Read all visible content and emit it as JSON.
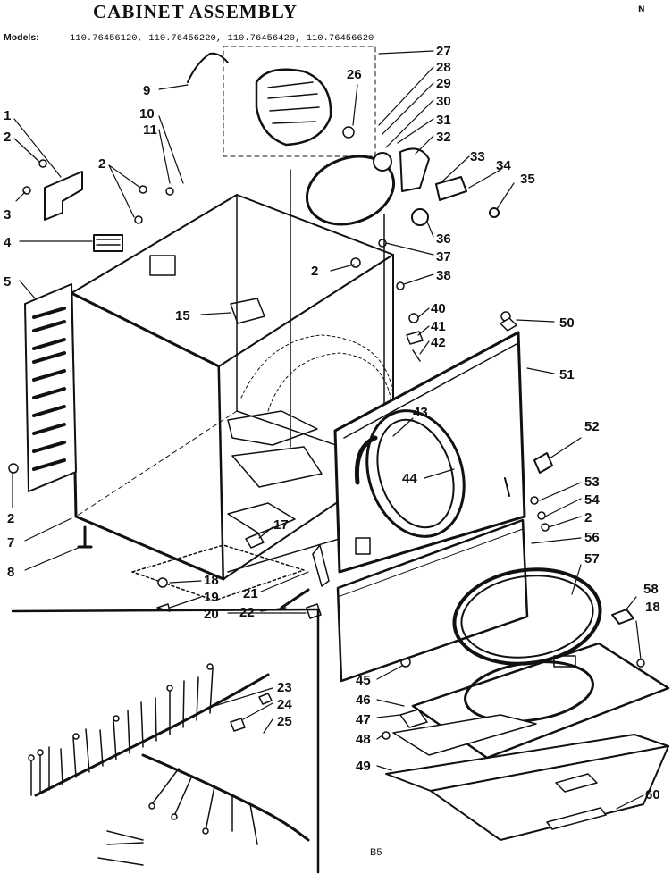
{
  "header": {
    "title": "CABINET ASSEMBLY",
    "models_label": "Models:",
    "models": [
      "110.76456120,",
      "110.76456220,",
      "110.76456420,",
      "110.76456620"
    ]
  },
  "corner_mark": "N",
  "footer": {
    "page_code": "B5"
  },
  "callouts": [
    {
      "id": "c1",
      "text": "1"
    },
    {
      "id": "c2a",
      "text": "2"
    },
    {
      "id": "c3",
      "text": "3"
    },
    {
      "id": "c4",
      "text": "4"
    },
    {
      "id": "c5",
      "text": "5"
    },
    {
      "id": "c2b",
      "text": "2"
    },
    {
      "id": "c7",
      "text": "7"
    },
    {
      "id": "c8",
      "text": "8"
    },
    {
      "id": "c9",
      "text": "9"
    },
    {
      "id": "c10",
      "text": "10"
    },
    {
      "id": "c11",
      "text": "11"
    },
    {
      "id": "c2c",
      "text": "2"
    },
    {
      "id": "c15",
      "text": "15"
    },
    {
      "id": "c26",
      "text": "26"
    },
    {
      "id": "c27",
      "text": "27"
    },
    {
      "id": "c28",
      "text": "28"
    },
    {
      "id": "c29",
      "text": "29"
    },
    {
      "id": "c30",
      "text": "30"
    },
    {
      "id": "c31",
      "text": "31"
    },
    {
      "id": "c32",
      "text": "32"
    },
    {
      "id": "c33",
      "text": "33"
    },
    {
      "id": "c34",
      "text": "34"
    },
    {
      "id": "c35",
      "text": "35"
    },
    {
      "id": "c36",
      "text": "36"
    },
    {
      "id": "c37",
      "text": "37"
    },
    {
      "id": "c2d",
      "text": "2"
    },
    {
      "id": "c38",
      "text": "38"
    },
    {
      "id": "c40",
      "text": "40"
    },
    {
      "id": "c41",
      "text": "41"
    },
    {
      "id": "c42",
      "text": "42"
    },
    {
      "id": "c50",
      "text": "50"
    },
    {
      "id": "c51",
      "text": "51"
    },
    {
      "id": "c43",
      "text": "43"
    },
    {
      "id": "c44",
      "text": "44"
    },
    {
      "id": "c52",
      "text": "52"
    },
    {
      "id": "c53",
      "text": "53"
    },
    {
      "id": "c54",
      "text": "54"
    },
    {
      "id": "c2e",
      "text": "2"
    },
    {
      "id": "c56",
      "text": "56"
    },
    {
      "id": "c57",
      "text": "57"
    },
    {
      "id": "c17",
      "text": "17"
    },
    {
      "id": "c18a",
      "text": "18"
    },
    {
      "id": "c19",
      "text": "19"
    },
    {
      "id": "c20",
      "text": "20"
    },
    {
      "id": "c21",
      "text": "21"
    },
    {
      "id": "c22",
      "text": "22"
    },
    {
      "id": "c58",
      "text": "58"
    },
    {
      "id": "c18b",
      "text": "18"
    },
    {
      "id": "c23",
      "text": "23"
    },
    {
      "id": "c24",
      "text": "24"
    },
    {
      "id": "c25",
      "text": "25"
    },
    {
      "id": "c45",
      "text": "45"
    },
    {
      "id": "c46",
      "text": "46"
    },
    {
      "id": "c47",
      "text": "47"
    },
    {
      "id": "c48",
      "text": "48"
    },
    {
      "id": "c49",
      "text": "49"
    },
    {
      "id": "c60",
      "text": "60"
    }
  ]
}
